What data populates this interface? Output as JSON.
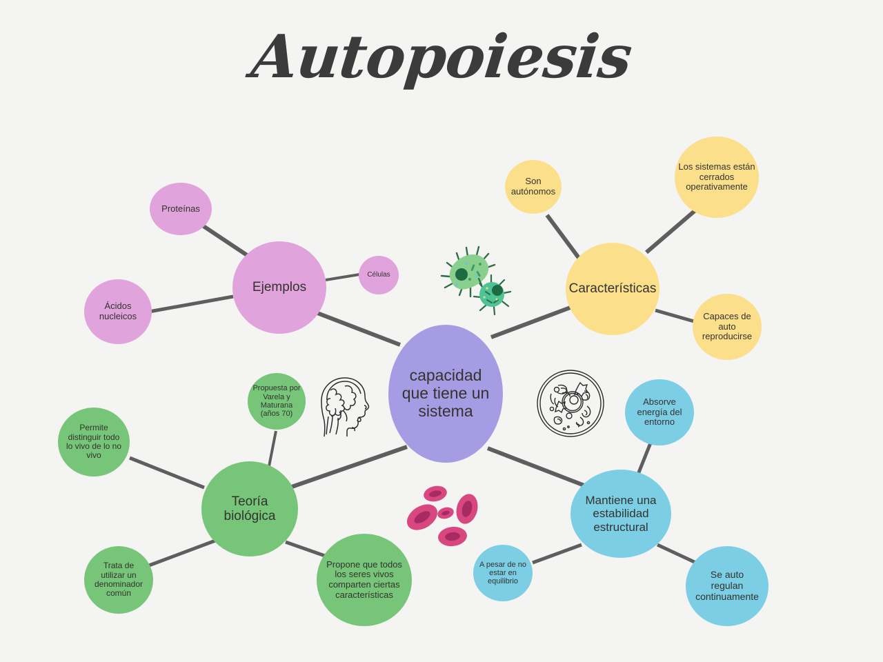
{
  "page": {
    "title": "Autopoiesis",
    "background_color": "#f4f4f2",
    "text_color": "#33332f",
    "connector_color": "#5e5e5e"
  },
  "palette": {
    "center": "#a69ce3",
    "examples": "#e0a3dc",
    "characteristics": "#fbdf8b",
    "theory": "#76c578",
    "stability": "#7ccee4"
  },
  "center_node": {
    "label": "capacidad\nque tiene un\nsistema"
  },
  "branches": [
    {
      "key": "examples",
      "label": "Ejemplos",
      "color": "#e0a3dc",
      "children": [
        {
          "label": "Proteínas"
        },
        {
          "label": "Células"
        },
        {
          "label": "Ácidos\nnucleicos"
        }
      ]
    },
    {
      "key": "characteristics",
      "label": "Características",
      "color": "#fbdf8b",
      "children": [
        {
          "label": "Son\nautónomos"
        },
        {
          "label": "Los sistemas están\ncerrados\noperativamente"
        },
        {
          "label": "Capaces de\nauto\nreproducirse"
        }
      ]
    },
    {
      "key": "theory",
      "label": "Teoría\nbiológica",
      "color": "#76c578",
      "children": [
        {
          "label": "Propuesta por\nVarela y\nMaturana\n(años 70)"
        },
        {
          "label": "Permite\ndistinguir todo\nlo vivo de lo no\nvivo"
        },
        {
          "label": "Trata de\nutilizar un\ndenominador\ncomún"
        },
        {
          "label": "Propone que todos\nlos seres vivos\ncomparten ciertas\ncaracterísticas"
        }
      ]
    },
    {
      "key": "stability",
      "label": "Mantiene una\nestabilidad\nestructural",
      "color": "#7ccee4",
      "children": [
        {
          "label": "Absorve\nenergía del\nentorno"
        },
        {
          "label": "A pesar de no\nestar en\nequilibrio"
        },
        {
          "label": "Se auto\nregulan\ncontinuamente"
        }
      ]
    }
  ],
  "illustrations": [
    {
      "name": "bacteria-illustration"
    },
    {
      "name": "brain-head-illustration"
    },
    {
      "name": "animal-cell-illustration"
    },
    {
      "name": "red-blood-cells-illustration"
    }
  ]
}
